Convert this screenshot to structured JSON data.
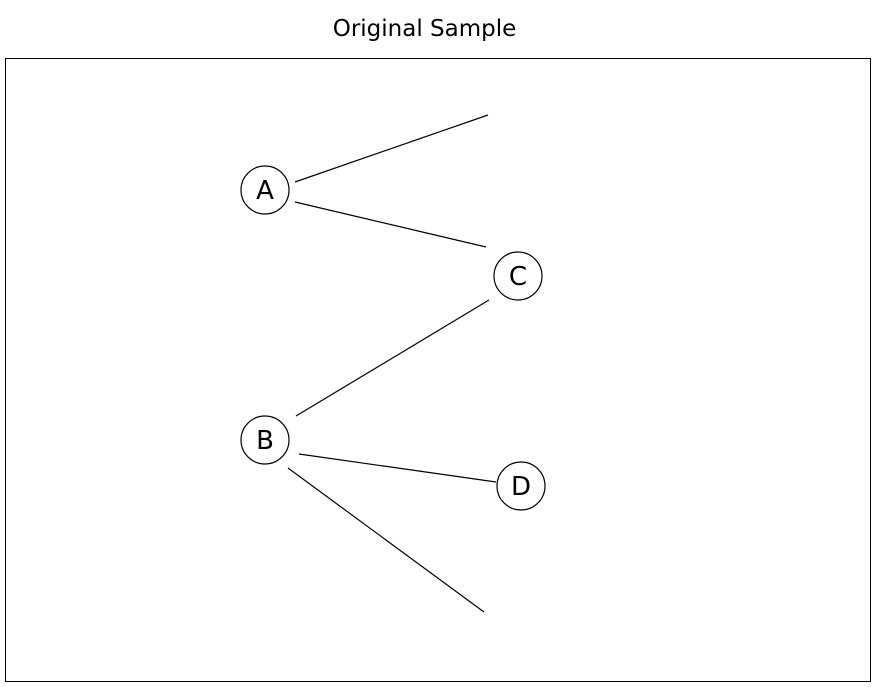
{
  "title": "Original Sample",
  "nodes": [
    {
      "id": "A",
      "label": "A"
    },
    {
      "id": "B",
      "label": "B"
    },
    {
      "id": "C",
      "label": "C"
    },
    {
      "id": "D",
      "label": "D"
    }
  ],
  "edges": [
    {
      "from": "A",
      "to": "open-top"
    },
    {
      "from": "A",
      "to": "C"
    },
    {
      "from": "B",
      "to": "C"
    },
    {
      "from": "B",
      "to": "D"
    },
    {
      "from": "B",
      "to": "open-bottom"
    }
  ]
}
